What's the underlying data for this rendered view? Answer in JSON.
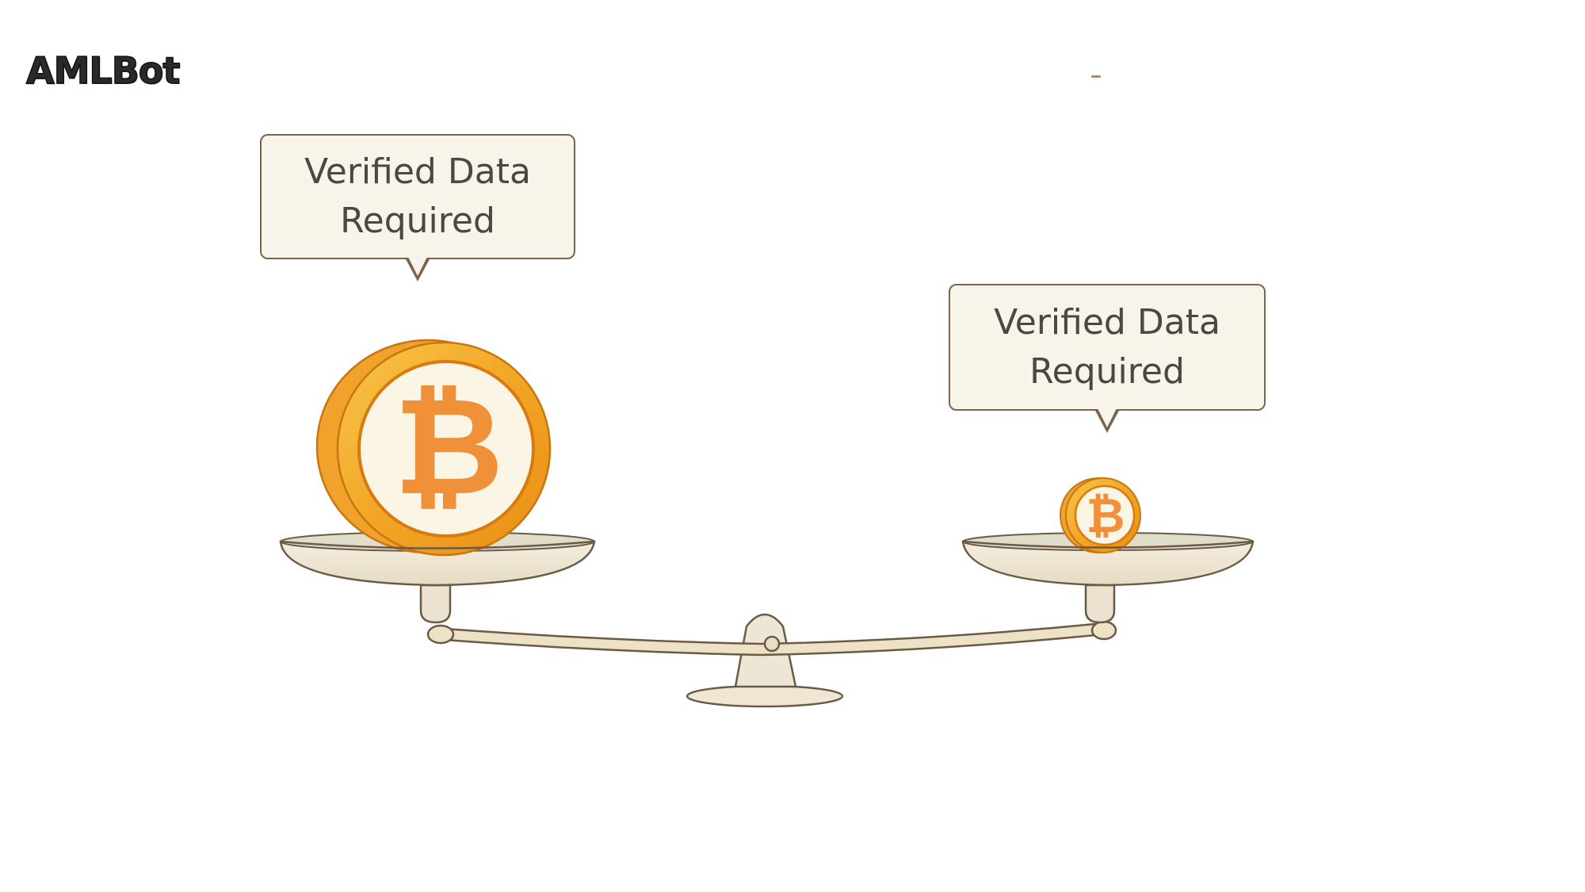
{
  "brand": {
    "logo_text": "AMLBot"
  },
  "illustration": {
    "description": "Balance scale comparing a large bitcoin and a small bitcoin, both labeled as requiring verified data",
    "left_pan": {
      "bubble_text_line1": "Verified Data",
      "bubble_text_line2": "Required",
      "coin": "large-bitcoin",
      "coin_symbol": "₿"
    },
    "right_pan": {
      "bubble_text_line1": "Verified Data",
      "bubble_text_line2": "Required",
      "coin": "small-bitcoin",
      "coin_symbol": "₿"
    },
    "colors": {
      "coin_rim": "#F2A626",
      "coin_outline": "#D97A10",
      "coin_face": "#FBF5E6",
      "coin_symbol": "#F0913A",
      "scale_fill": "#EDE4CF",
      "scale_outline": "#6B5A45",
      "bubble_fill": "#F8F4EA",
      "bubble_border": "#7A6450",
      "bubble_text": "#4A4744"
    }
  }
}
